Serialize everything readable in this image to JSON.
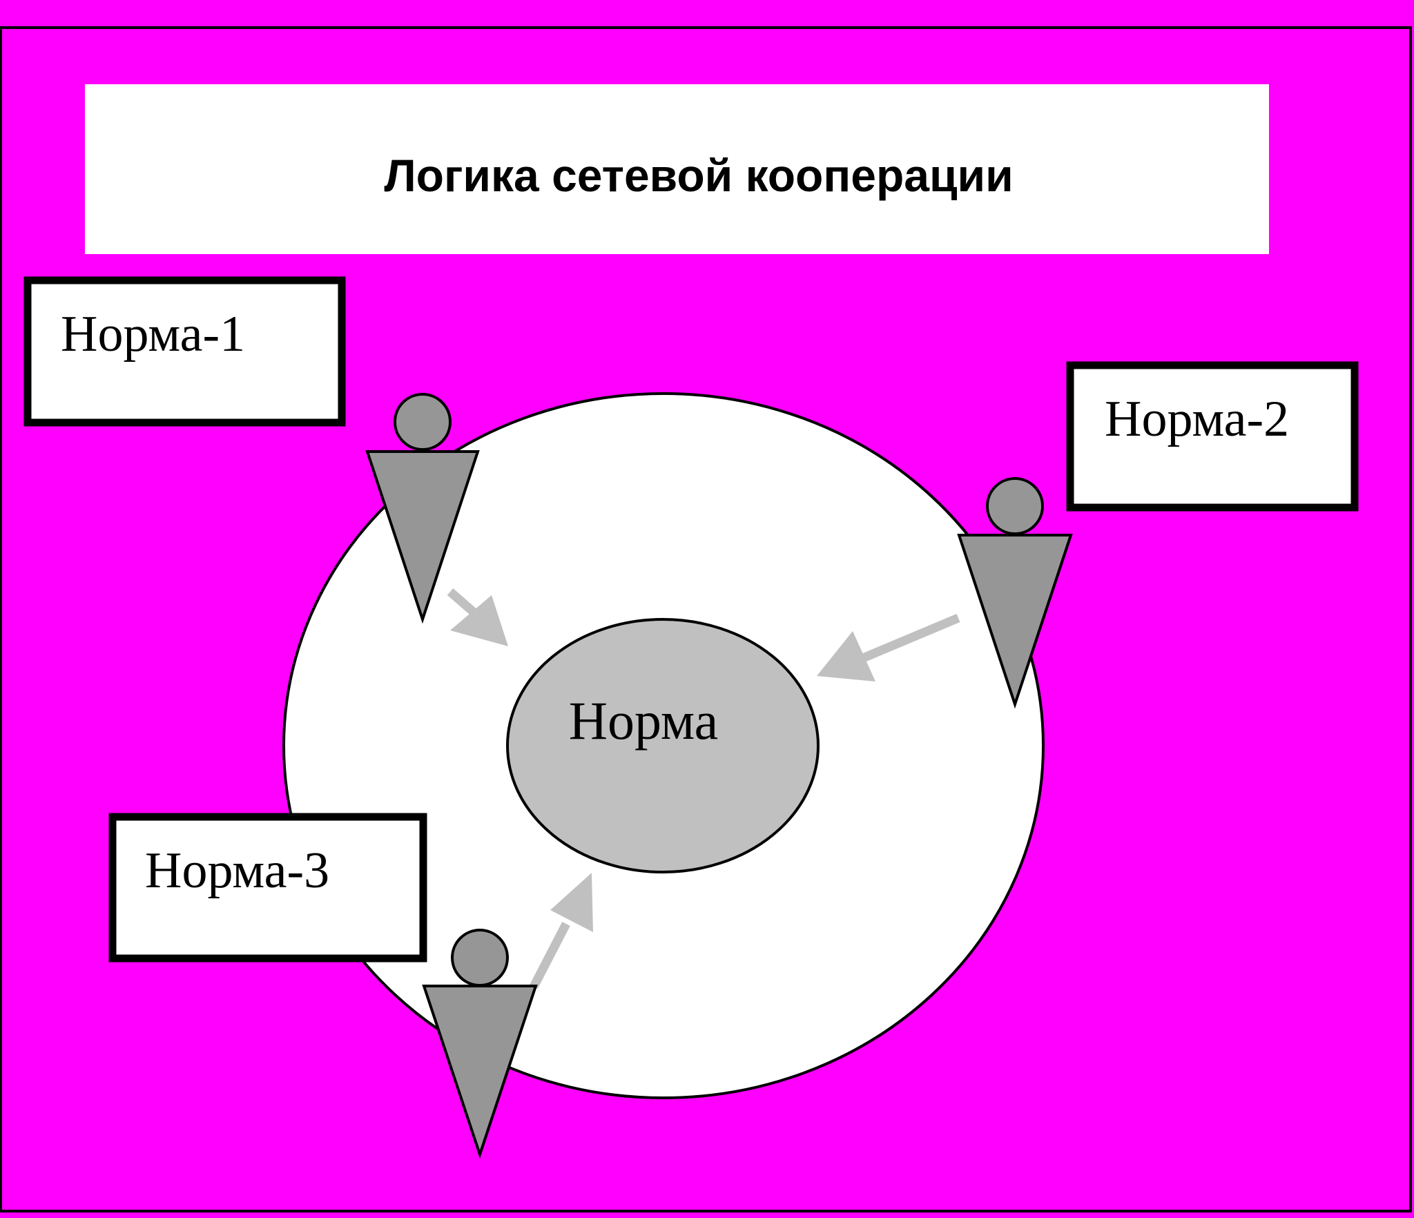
{
  "title": "Логика сетевой кооперации",
  "center_label": "Норма",
  "norm_boxes": [
    {
      "label": "Норма-1"
    },
    {
      "label": "Норма-2"
    },
    {
      "label": "Норма-3"
    }
  ],
  "colors": {
    "background": "#ff00ff",
    "panel": "#ffffff",
    "center_ellipse": "#c0c0c0",
    "figure": "#969696",
    "arrow": "#c0c0c0",
    "stroke": "#000000"
  }
}
